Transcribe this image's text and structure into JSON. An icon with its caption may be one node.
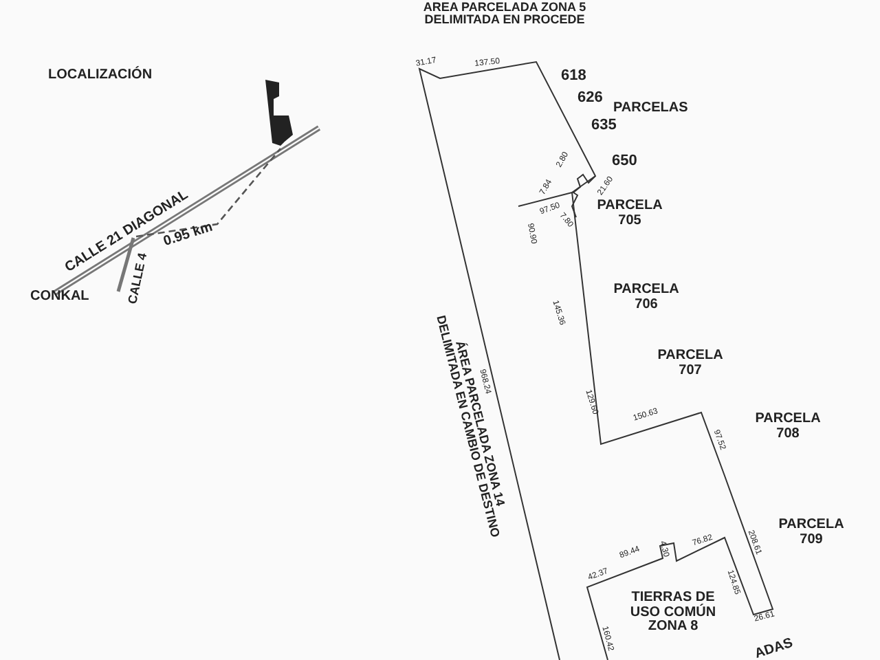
{
  "diagram": {
    "labels": [
      "LOCALIZACIÓN",
      "CALLE 21 DIAGONAL",
      "0.95 km",
      "CONKAL",
      "CALLE 4",
      "AREA PARCELADA ZONA 5 DELIMITADA EN PROCEDE",
      "31.17",
      "137.50",
      "618",
      "626",
      "PARCELAS",
      "635",
      "650",
      "2.80",
      "7.84",
      "21.60",
      "97.50",
      "7.80",
      "PARCELA 705",
      "90.90",
      "PARCELA 706",
      "145.36",
      "PARCELA 707",
      "968.24",
      "ÁREA PARCELADA ZONA 14 DELIMITADA EN CAMBIO DE DESTINO",
      "129.60",
      "150.63",
      "PARCELA 708",
      "97.52",
      "PARCELA 709",
      "208.61",
      "89.44",
      "4.30",
      "76.82",
      "42.37",
      "124.85",
      "TIERRAS DE USO COMÚN ZONA 8",
      "26.61",
      "160.42",
      "ADAS"
    ]
  }
}
